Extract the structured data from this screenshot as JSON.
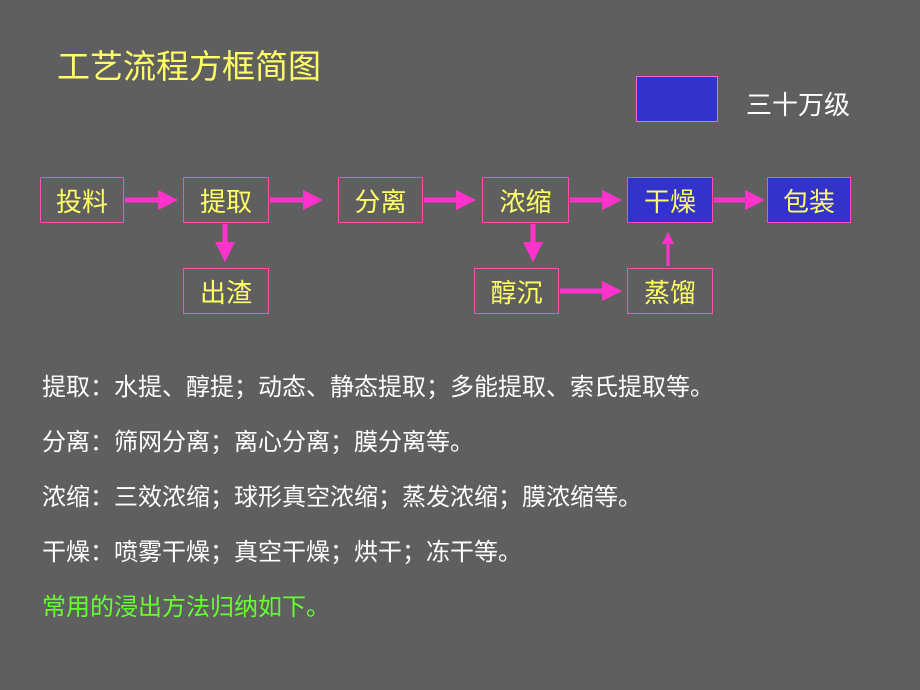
{
  "title": "工艺流程方框简图",
  "legend": {
    "label": "三十万级",
    "color": "#3333cc"
  },
  "boxes": {
    "touliao": "投料",
    "tiqu": "提取",
    "fenli": "分离",
    "nongsuo": "浓缩",
    "ganzao": "干燥",
    "baozhuang": "包装",
    "chuzha": "出渣",
    "chunchen": "醇沉",
    "zhengliu": "蒸馏"
  },
  "descriptions": [
    "提取：水提、醇提；动态、静态提取；多能提取、索氏提取等。",
    "分离：筛网分离；离心分离；膜分离等。",
    "浓缩：三效浓缩；球形真空浓缩；蒸发浓缩；膜浓缩等。",
    "干燥：喷雾干燥；真空干燥；烘干；冻干等。",
    "常用的浸出方法归纳如下。"
  ],
  "colors": {
    "background": "#5f5f5f",
    "title": "#ffff66",
    "box_border": "#ff4db8",
    "arrow": "#ff33cc",
    "highlight": "#66ff33"
  }
}
